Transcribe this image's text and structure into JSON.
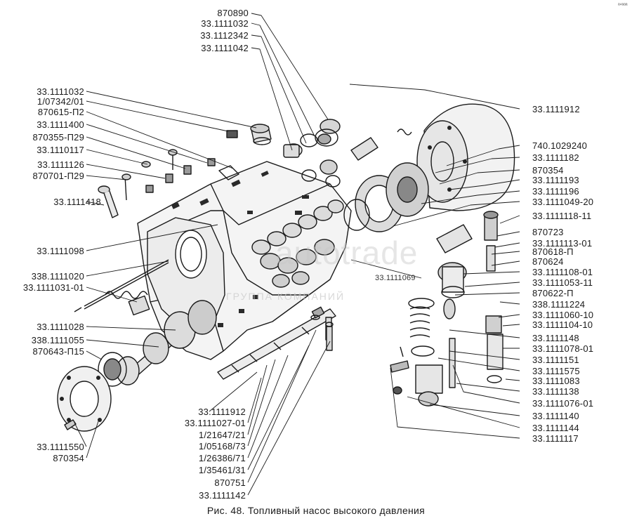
{
  "caption": "Рис. 48. Топливный насос высокого давления",
  "watermark": {
    "brand": "autotrade",
    "subtitle": "ГРУППА КОМПАНИЙ"
  },
  "corner_mark": "ᵃ⁴ᵃᵃᵃ",
  "labels": {
    "l_870890": "870890",
    "l_33_1111032_a": "33.1111032",
    "l_33_1112342": "33.1112342",
    "l_33_1111042": "33.1111042",
    "l_33_1111032_b": "33.1111032",
    "l_1_07342_01": "1/07342/01",
    "l_870615_p2": "870615-П2",
    "l_33_1111400": "33.1111400",
    "l_870355_p29": "870355-П29",
    "l_33_1110117": "33.1110117",
    "l_33_1111126": "33.1111126",
    "l_870701_p29": "870701-П29",
    "l_33_1111418": "33.1111418",
    "l_33_1111098": "33.1111098",
    "l_338_1111020": "338.1111020",
    "l_33_1111031_01": "33.1111031-01",
    "l_33_1111028": "33.1111028",
    "l_338_1111055": "338.1111055",
    "l_870643_p15": "870643-П15",
    "l_33_1111550": "33.1111550",
    "l_870354_bl": "870354",
    "l_33_1111912_bot": "33.1111912",
    "l_33_1111027_01": "33.1111027-01",
    "l_1_21647_21": "1/21647/21",
    "l_1_05168_73": "1/05168/73",
    "l_1_26386_71": "1/26386/71",
    "l_1_35461_31": "1/35461/31",
    "l_870751": "870751",
    "l_33_1111142": "33.1111142",
    "l_33_1111069": "33.1111069",
    "l_33_1111912_top": "33.1111912",
    "l_740_1029240": "740.1029240",
    "l_33_1111182": "33.1111182",
    "l_870354_r": "870354",
    "l_33_1111193": "33.1111193",
    "l_33_1111196": "33.1111196",
    "l_33_1111049_20": "33.1111049-20",
    "l_33_1111118_11": "33.1111118-11",
    "l_870723": "870723",
    "l_33_1111113_01": "33.1111113-01",
    "l_870618_p": "870618-П",
    "l_870624": "870624",
    "l_33_1111108_01": "33.1111108-01",
    "l_33_1111053_11": "33.1111053-11",
    "l_870622_p": "870622-П",
    "l_338_1111224": "338.1111224",
    "l_33_1111060_10": "33.1111060-10",
    "l_33_1111104_10": "33.1111104-10",
    "l_33_1111148": "33.1111148",
    "l_33_1111078_01": "33.1111078-01",
    "l_33_1111151": "33.1111151",
    "l_33_1111575": "33.1111575",
    "l_33_1111083": "33.1111083",
    "l_33_1111138": "33.1111138",
    "l_33_1111076_01": "33.1111076-01",
    "l_33_1111140": "33.1111140",
    "l_33_1111144": "33.1111144",
    "l_33_1111117": "33.1111117"
  }
}
